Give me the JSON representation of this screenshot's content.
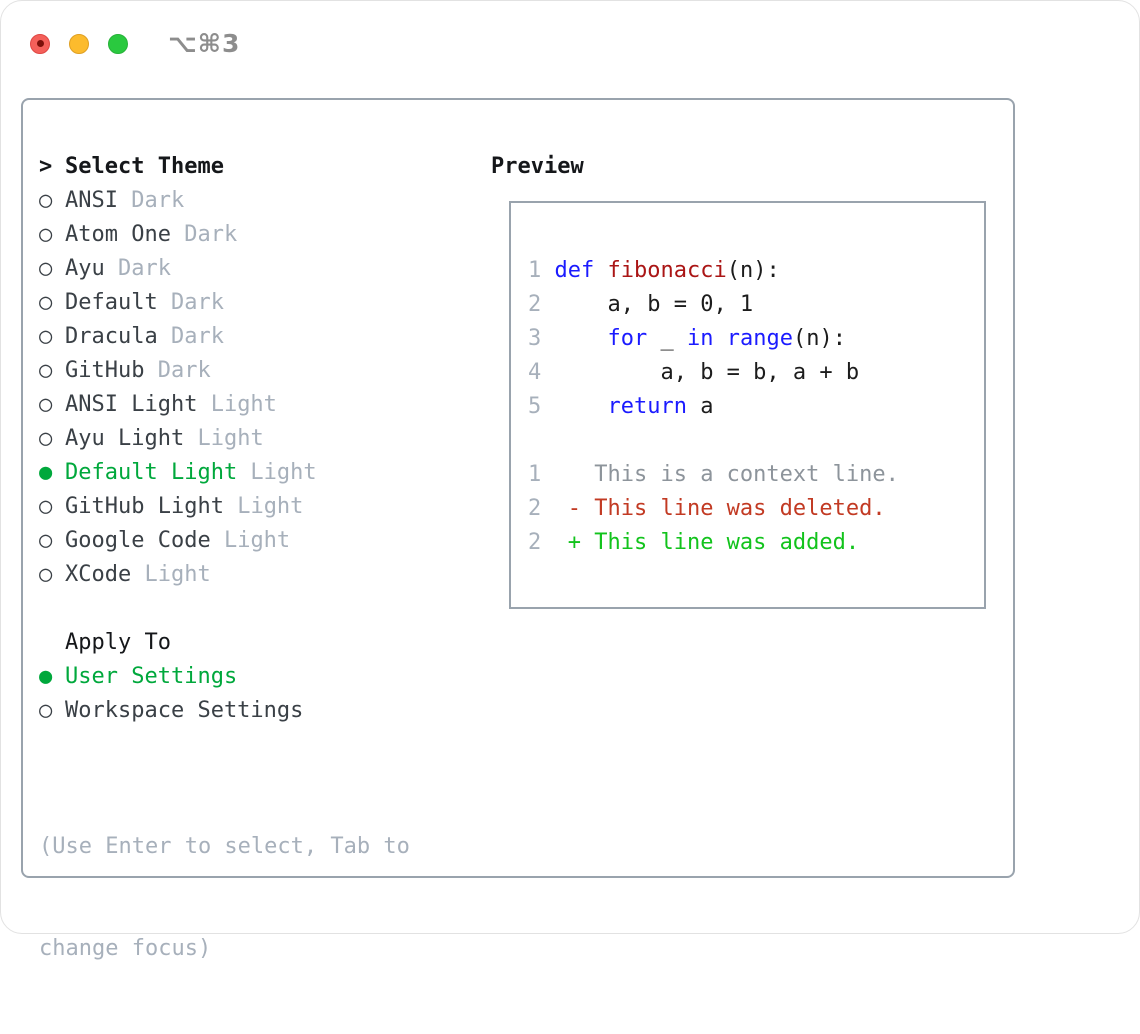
{
  "window": {
    "title": "⌥⌘3"
  },
  "glyphs": {
    "focus_caret": ">",
    "radio_unselected": "○",
    "radio_selected": "●"
  },
  "theme_selector": {
    "heading": "Select Theme",
    "items": [
      {
        "name": "ANSI",
        "variant": "Dark",
        "selected": false
      },
      {
        "name": "Atom One",
        "variant": "Dark",
        "selected": false
      },
      {
        "name": "Ayu",
        "variant": "Dark",
        "selected": false
      },
      {
        "name": "Default",
        "variant": "Dark",
        "selected": false
      },
      {
        "name": "Dracula",
        "variant": "Dark",
        "selected": false
      },
      {
        "name": "GitHub",
        "variant": "Dark",
        "selected": false
      },
      {
        "name": "ANSI Light",
        "variant": "Light",
        "selected": false
      },
      {
        "name": "Ayu Light",
        "variant": "Light",
        "selected": false
      },
      {
        "name": "Default Light",
        "variant": "Light",
        "selected": true
      },
      {
        "name": "GitHub Light",
        "variant": "Light",
        "selected": false
      },
      {
        "name": "Google Code",
        "variant": "Light",
        "selected": false
      },
      {
        "name": "XCode",
        "variant": "Light",
        "selected": false
      }
    ]
  },
  "apply_to": {
    "heading": "Apply To",
    "options": [
      {
        "label": "User Settings",
        "selected": true
      },
      {
        "label": "Workspace Settings",
        "selected": false
      }
    ]
  },
  "hint_lines": [
    "(Use Enter to select, Tab to",
    "change focus)"
  ],
  "preview": {
    "heading": "Preview",
    "code_lines": [
      {
        "num": "1",
        "segments": [
          {
            "text": "def ",
            "style": "keyword"
          },
          {
            "text": "fibonacci",
            "style": "function"
          },
          {
            "text": "(n):",
            "style": "plain"
          }
        ]
      },
      {
        "num": "2",
        "segments": [
          {
            "text": "    a, b = 0, 1",
            "style": "plain"
          }
        ]
      },
      {
        "num": "3",
        "segments": [
          {
            "text": "    ",
            "style": "plain"
          },
          {
            "text": "for",
            "style": "keyword"
          },
          {
            "text": " _ ",
            "style": "plain"
          },
          {
            "text": "in",
            "style": "keyword"
          },
          {
            "text": " ",
            "style": "plain"
          },
          {
            "text": "range",
            "style": "keyword"
          },
          {
            "text": "(n):",
            "style": "plain"
          }
        ]
      },
      {
        "num": "4",
        "segments": [
          {
            "text": "        a, b = b, a + b",
            "style": "plain"
          }
        ]
      },
      {
        "num": "5",
        "segments": [
          {
            "text": "    ",
            "style": "plain"
          },
          {
            "text": "return",
            "style": "keyword"
          },
          {
            "text": " a",
            "style": "plain"
          }
        ]
      }
    ],
    "diff_lines": [
      {
        "num": "1",
        "text": "   This is a context line.",
        "style": "context"
      },
      {
        "num": "2",
        "text": " - This line was deleted.",
        "style": "deleted"
      },
      {
        "num": "2",
        "text": " + This line was added.",
        "style": "added"
      }
    ]
  },
  "colors": {
    "border_gray": "#99a3ad",
    "heading_black": "#15171a",
    "text_dark": "#3a4046",
    "muted_gray": "#a7b0bb",
    "gutter_gray": "#a7b0bb",
    "context_gray": "#8d949b",
    "selection_green": "#00a83c",
    "added_green": "#12c31c",
    "deleted_red": "#c23a23",
    "keyword_blue": "#1b1bff",
    "function_red": "#aa1515",
    "code_plain": "#1c1c1c",
    "title_gray": "#8d8d8d",
    "close_red": "#f4605a",
    "close_red_border": "#df4744",
    "close_dot": "#7c100a",
    "min_yellow": "#fcbb2d",
    "min_yellow_border": "#dfa023",
    "zoom_green": "#2ac93f",
    "zoom_green_border": "#27b239"
  }
}
